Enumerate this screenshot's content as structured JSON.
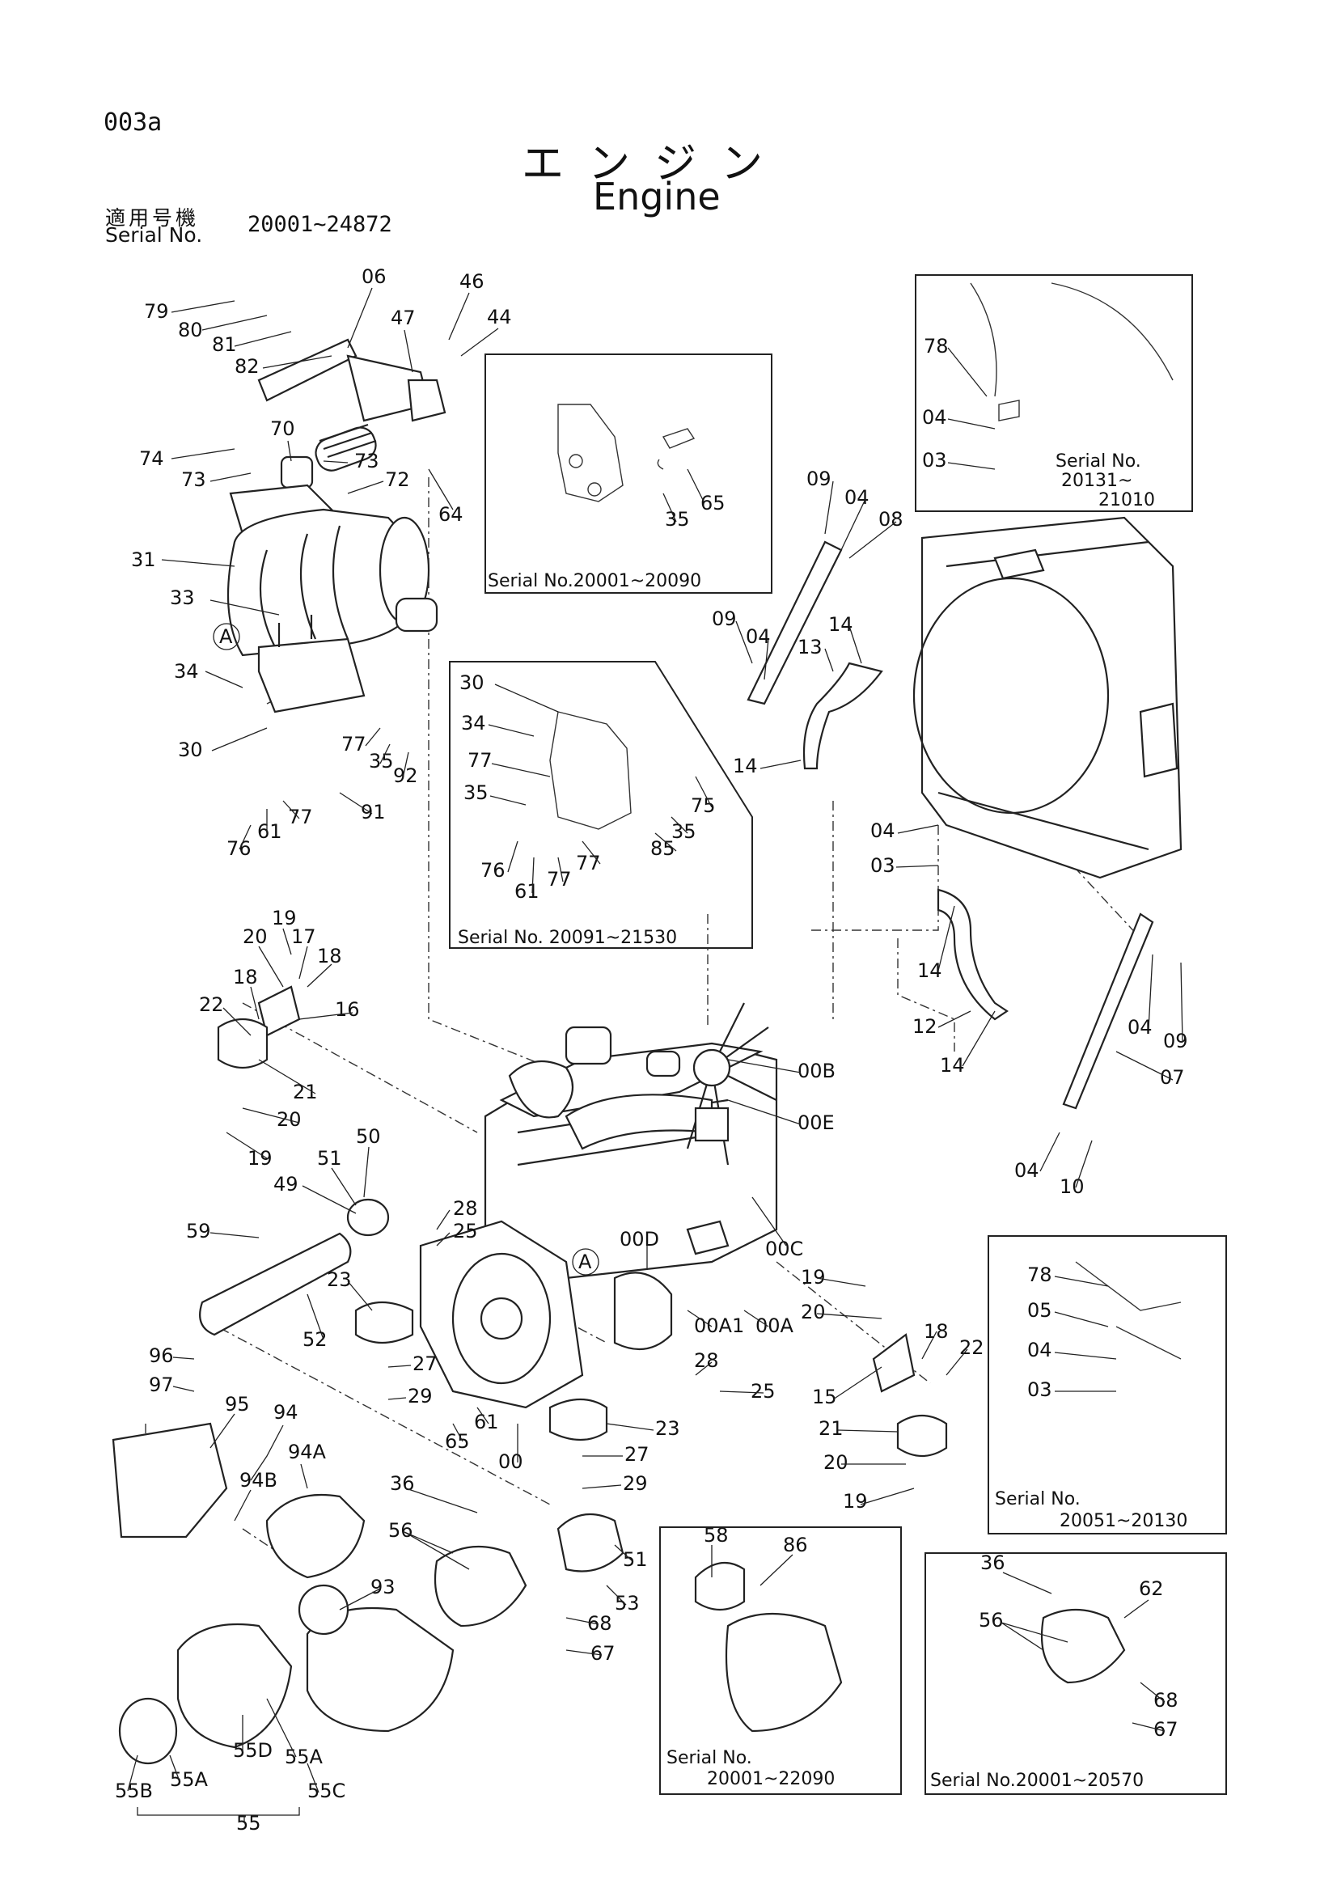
{
  "header": {
    "page_code": "003a",
    "title_jp": "エンジン",
    "title_en": "Engine",
    "serial_label_jp": "適用号機",
    "serial_label_en": "Serial No.",
    "serial_range": "20001~24872"
  },
  "insets": {
    "bracket_a": "Serial No.20001~20090",
    "bracket_b": "Serial No. 20091~21530",
    "radiator_mount_top": [
      "Serial No.",
      "20131~",
      "21010"
    ],
    "engine_mount_right": [
      "Serial No.",
      "20051~20130"
    ],
    "air_cleaner_alt": [
      "Serial No.",
      "20001~22090"
    ],
    "clamp_alt": "Serial No.20001~20570"
  },
  "callouts": [
    "79",
    "80",
    "81",
    "82",
    "06",
    "47",
    "46",
    "44",
    "70",
    "73",
    "74",
    "73",
    "72",
    "64",
    "31",
    "33",
    "A",
    "34",
    "30",
    "77",
    "35",
    "92",
    "91",
    "77",
    "61",
    "76",
    "65",
    "35",
    "30",
    "34",
    "77",
    "35",
    "77",
    "35",
    "85",
    "75",
    "76",
    "61",
    "77",
    "78",
    "04",
    "03",
    "09",
    "04",
    "08",
    "09",
    "04",
    "13",
    "14",
    "14",
    "04",
    "03",
    "14",
    "12",
    "14",
    "04",
    "09",
    "07",
    "04",
    "10",
    "22",
    "19",
    "20",
    "17",
    "18",
    "18",
    "16",
    "21",
    "20",
    "19",
    "00B",
    "00E",
    "00C",
    "50",
    "51",
    "49",
    "28",
    "25",
    "A",
    "00D",
    "59",
    "52",
    "23",
    "27",
    "29",
    "65",
    "61",
    "00",
    "23",
    "27",
    "29",
    "00A1",
    "00A",
    "19",
    "20",
    "18",
    "22",
    "28",
    "25",
    "15",
    "21",
    "20",
    "19",
    "78",
    "05",
    "04",
    "03",
    "96",
    "97",
    "95",
    "94",
    "94A",
    "94B",
    "36",
    "56",
    "51",
    "53",
    "68",
    "67",
    "93",
    "55A",
    "55D",
    "55B",
    "55A",
    "55C",
    "55",
    "58",
    "86",
    "36",
    "62",
    "56",
    "68",
    "67"
  ]
}
